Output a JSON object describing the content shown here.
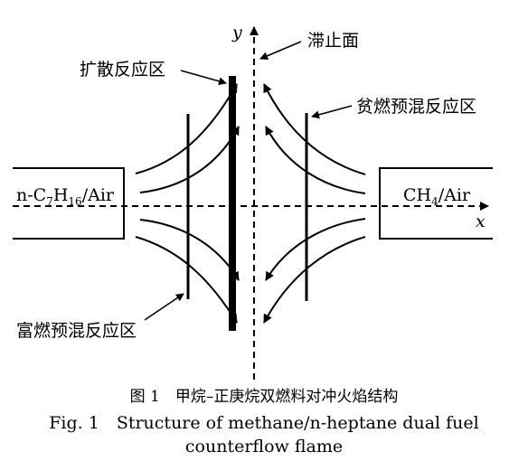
{
  "diagram": {
    "axis_y_label": "y",
    "axis_x_label": "x",
    "stagnation_plane_label": "滞止面",
    "diffusion_zone_label": "扩散反应区",
    "lean_premixed_zone_label": "贫燃预混反应区",
    "rich_premixed_zone_label": "富燃预混反应区",
    "left_nozzle_label": {
      "prefix": "n-C",
      "sub1": "7",
      "mid": "H",
      "sub2": "16",
      "suffix": "/Air"
    },
    "right_nozzle_label": {
      "prefix": "CH",
      "sub1": "4",
      "suffix": "/Air"
    }
  },
  "caption": {
    "cn": "图 1　甲烷–正庚烷双燃料对冲火焰结构",
    "en_line1": "Fig. 1　Structure of methane/n-heptane dual fuel",
    "en_line2": "counterflow flame"
  }
}
